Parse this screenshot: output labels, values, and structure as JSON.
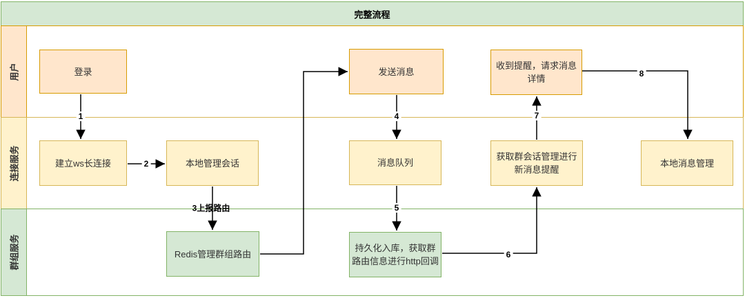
{
  "title": "完整流程",
  "colors": {
    "orange_fill": "#ffe6cc",
    "orange_stroke": "#d79b00",
    "yellow_fill": "#fff2cc",
    "yellow_stroke": "#d6b656",
    "green_fill": "#d5e8d4",
    "green_stroke": "#82b366"
  },
  "lanes": [
    {
      "label": "用户",
      "color": "orange"
    },
    {
      "label": "连接服务",
      "color": "yellow"
    },
    {
      "label": "群组服务",
      "color": "green"
    }
  ],
  "nodes": [
    {
      "id": "login",
      "lane": "用户",
      "style": "orange",
      "lines": [
        "登录"
      ]
    },
    {
      "id": "send-message",
      "lane": "用户",
      "style": "orange",
      "lines": [
        "发送消息"
      ]
    },
    {
      "id": "receive-notice",
      "lane": "用户",
      "style": "orange",
      "lines": [
        "收到提醒，请求消息",
        "详情"
      ]
    },
    {
      "id": "ws-connect",
      "lane": "连接服务",
      "style": "yellow",
      "lines": [
        "建立ws长连接"
      ]
    },
    {
      "id": "local-session",
      "lane": "连接服务",
      "style": "yellow",
      "lines": [
        "本地管理会话"
      ]
    },
    {
      "id": "message-queue",
      "lane": "连接服务",
      "style": "yellow",
      "lines": [
        "消息队列"
      ]
    },
    {
      "id": "group-session",
      "lane": "连接服务",
      "style": "yellow",
      "lines": [
        "获取群会话管理进行",
        "新消息提醒"
      ]
    },
    {
      "id": "local-message",
      "lane": "连接服务",
      "style": "yellow",
      "lines": [
        "本地消息管理"
      ]
    },
    {
      "id": "redis-route",
      "lane": "群组服务",
      "style": "green",
      "lines": [
        "Redis管理群组路由"
      ]
    },
    {
      "id": "persist",
      "lane": "群组服务",
      "style": "green",
      "lines": [
        "持久化入库，获取群",
        "路由信息进行http回调"
      ]
    }
  ],
  "edges": [
    {
      "label": "1",
      "from": "login",
      "to": "ws-connect"
    },
    {
      "label": "2",
      "from": "ws-connect",
      "to": "local-session"
    },
    {
      "label": "3上报路由",
      "from": "local-session",
      "to": "redis-route"
    },
    {
      "label": "",
      "from": "redis-route",
      "to": "send-message"
    },
    {
      "label": "4",
      "from": "send-message",
      "to": "message-queue"
    },
    {
      "label": "5",
      "from": "message-queue",
      "to": "persist"
    },
    {
      "label": "6",
      "from": "persist",
      "to": "group-session"
    },
    {
      "label": "7",
      "from": "group-session",
      "to": "receive-notice"
    },
    {
      "label": "8",
      "from": "receive-notice",
      "to": "local-message"
    }
  ]
}
